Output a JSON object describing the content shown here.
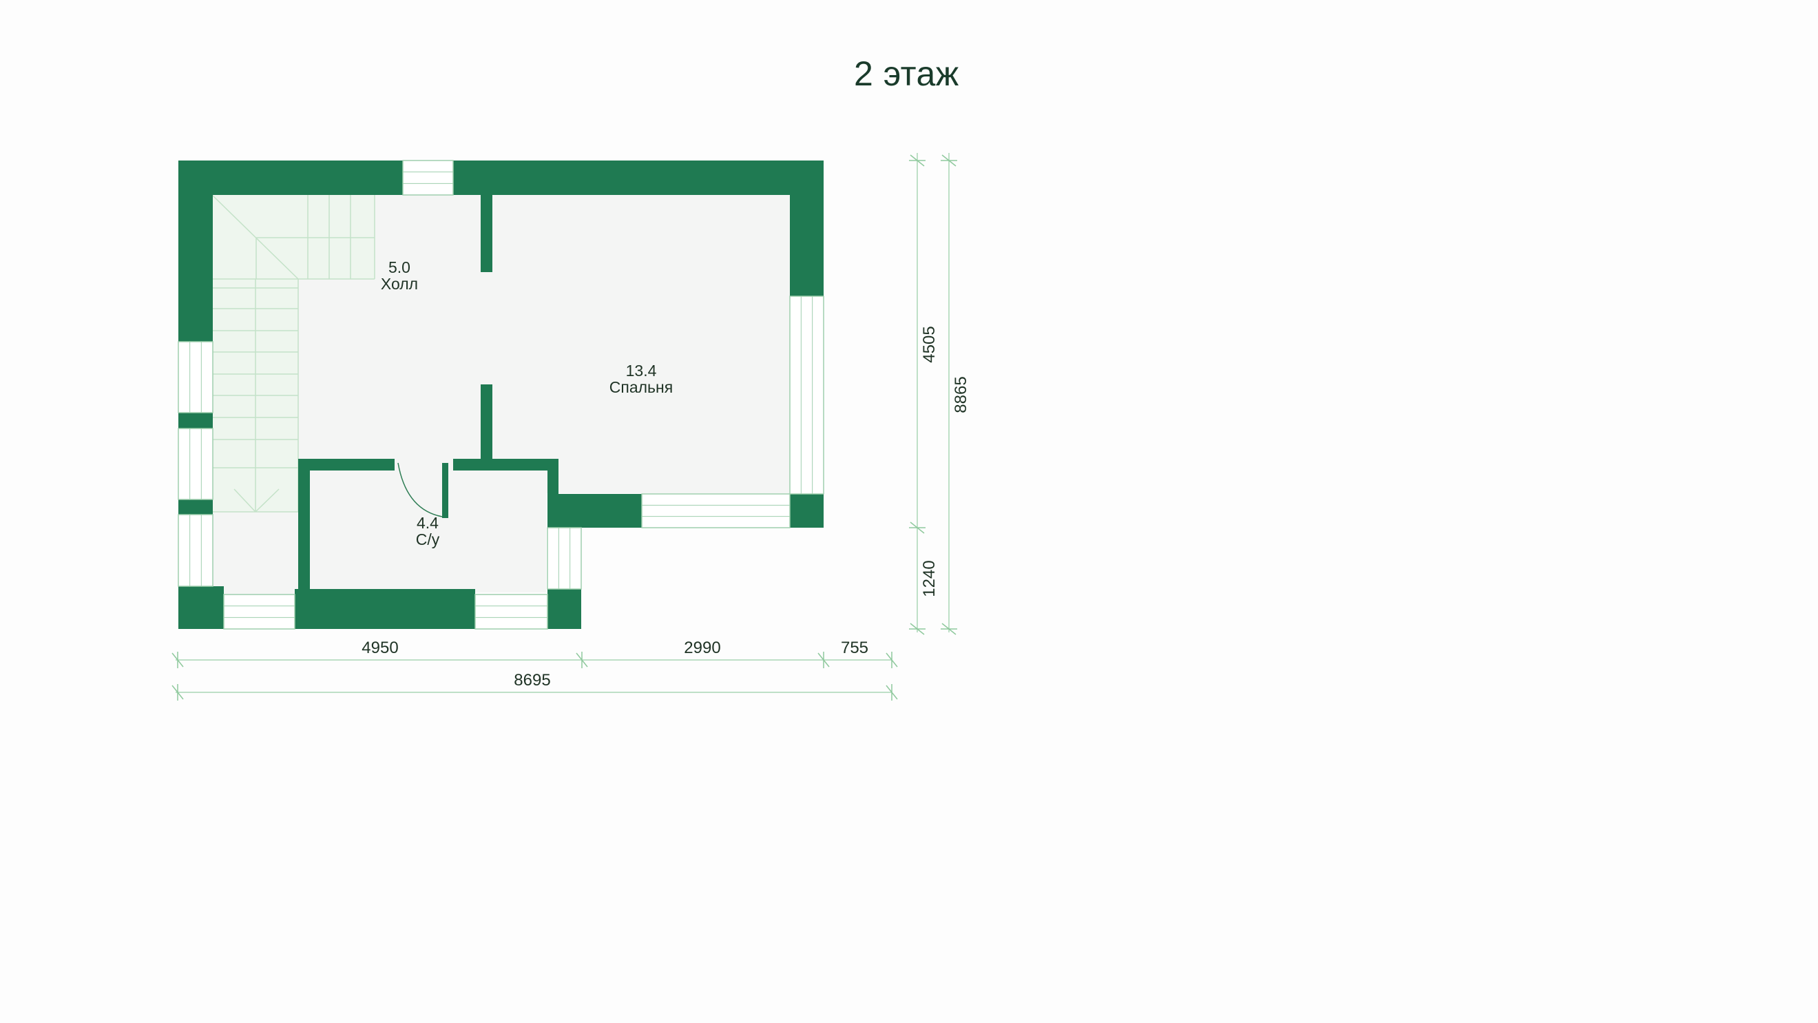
{
  "title": "2 этаж",
  "rooms": [
    {
      "area": "5.0",
      "name": "Холл"
    },
    {
      "area": "13.4",
      "name": "Спальня"
    },
    {
      "area": "4.4",
      "name": "С/у"
    }
  ],
  "dimensions": {
    "horizontal": [
      "4950",
      "2990",
      "755"
    ],
    "horizontal_total": "8695",
    "vertical": [
      "4505",
      "1240"
    ],
    "vertical_total": "8865"
  },
  "colors": {
    "wall": "#1f7a52",
    "floor": "#f4f5f4",
    "stair": "#eef6ee",
    "dim_line": "#a9d6b5",
    "window": "#ffffff"
  }
}
